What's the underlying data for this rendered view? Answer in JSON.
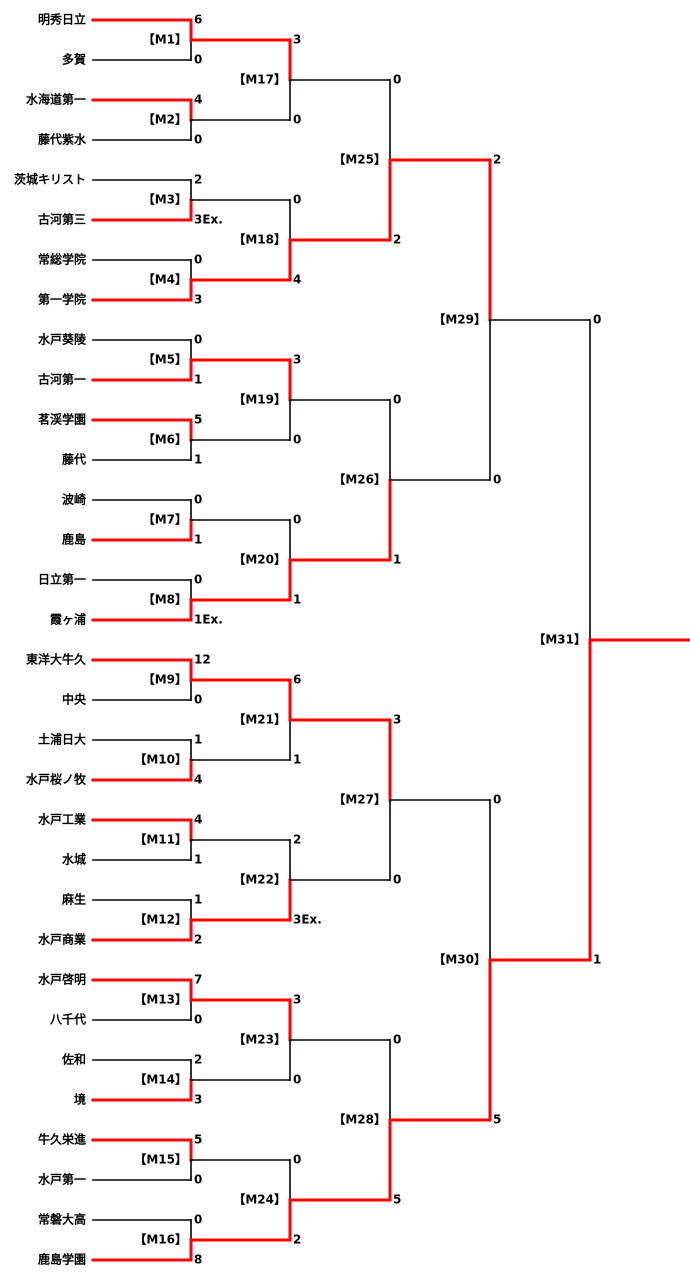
{
  "colors": {
    "winner": "#ff0000",
    "loser": "#000000"
  },
  "teams": [
    "明秀日立",
    "多賀",
    "水海道第一",
    "藤代紫水",
    "茨城キリスト",
    "古河第三",
    "常総学院",
    "第一学院",
    "水戸葵陵",
    "古河第一",
    "茗渓学園",
    "藤代",
    "波崎",
    "鹿島",
    "日立第一",
    "霞ヶ浦",
    "東洋大牛久",
    "中央",
    "土浦日大",
    "水戸桜ノ牧",
    "水戸工業",
    "水城",
    "麻生",
    "水戸商業",
    "水戸啓明",
    "八千代",
    "佐和",
    "境",
    "牛久栄進",
    "水戸第一",
    "常磐大高",
    "鹿島学園"
  ],
  "rounds": [
    [
      {
        "label": "【M1】",
        "scores": [
          "6",
          "0"
        ],
        "winner": 0
      },
      {
        "label": "【M2】",
        "scores": [
          "4",
          "0"
        ],
        "winner": 0
      },
      {
        "label": "【M3】",
        "scores": [
          "2",
          "3Ex."
        ],
        "winner": 1
      },
      {
        "label": "【M4】",
        "scores": [
          "0",
          "3"
        ],
        "winner": 1
      },
      {
        "label": "【M5】",
        "scores": [
          "0",
          "1"
        ],
        "winner": 1
      },
      {
        "label": "【M6】",
        "scores": [
          "5",
          "1"
        ],
        "winner": 0
      },
      {
        "label": "【M7】",
        "scores": [
          "0",
          "1"
        ],
        "winner": 1
      },
      {
        "label": "【M8】",
        "scores": [
          "0",
          "1Ex."
        ],
        "winner": 1
      },
      {
        "label": "【M9】",
        "scores": [
          "12",
          "0"
        ],
        "winner": 0
      },
      {
        "label": "【M10】",
        "scores": [
          "1",
          "4"
        ],
        "winner": 1
      },
      {
        "label": "【M11】",
        "scores": [
          "4",
          "1"
        ],
        "winner": 0
      },
      {
        "label": "【M12】",
        "scores": [
          "1",
          "2"
        ],
        "winner": 1
      },
      {
        "label": "【M13】",
        "scores": [
          "7",
          "0"
        ],
        "winner": 0
      },
      {
        "label": "【M14】",
        "scores": [
          "2",
          "3"
        ],
        "winner": 1
      },
      {
        "label": "【M15】",
        "scores": [
          "5",
          "0"
        ],
        "winner": 0
      },
      {
        "label": "【M16】",
        "scores": [
          "0",
          "8"
        ],
        "winner": 1
      }
    ],
    [
      {
        "label": "【M17】",
        "scores": [
          "3",
          "0"
        ],
        "winner": 0
      },
      {
        "label": "【M18】",
        "scores": [
          "0",
          "4"
        ],
        "winner": 1
      },
      {
        "label": "【M19】",
        "scores": [
          "3",
          "0"
        ],
        "winner": 0
      },
      {
        "label": "【M20】",
        "scores": [
          "0",
          "1"
        ],
        "winner": 1
      },
      {
        "label": "【M21】",
        "scores": [
          "6",
          "1"
        ],
        "winner": 0
      },
      {
        "label": "【M22】",
        "scores": [
          "2",
          "3Ex."
        ],
        "winner": 1
      },
      {
        "label": "【M23】",
        "scores": [
          "3",
          "0"
        ],
        "winner": 0
      },
      {
        "label": "【M24】",
        "scores": [
          "0",
          "2"
        ],
        "winner": 1
      }
    ],
    [
      {
        "label": "【M25】",
        "scores": [
          "0",
          "2"
        ],
        "winner": 1
      },
      {
        "label": "【M26】",
        "scores": [
          "0",
          "1"
        ],
        "winner": 1
      },
      {
        "label": "【M27】",
        "scores": [
          "3",
          "0"
        ],
        "winner": 0
      },
      {
        "label": "【M28】",
        "scores": [
          "0",
          "5"
        ],
        "winner": 1
      }
    ],
    [
      {
        "label": "【M29】",
        "scores": [
          "2",
          "0"
        ],
        "winner": 0
      },
      {
        "label": "【M30】",
        "scores": [
          "0",
          "5"
        ],
        "winner": 1
      }
    ],
    [
      {
        "label": "【M31】",
        "scores": [
          "0",
          "1"
        ],
        "winner": 1
      }
    ]
  ]
}
